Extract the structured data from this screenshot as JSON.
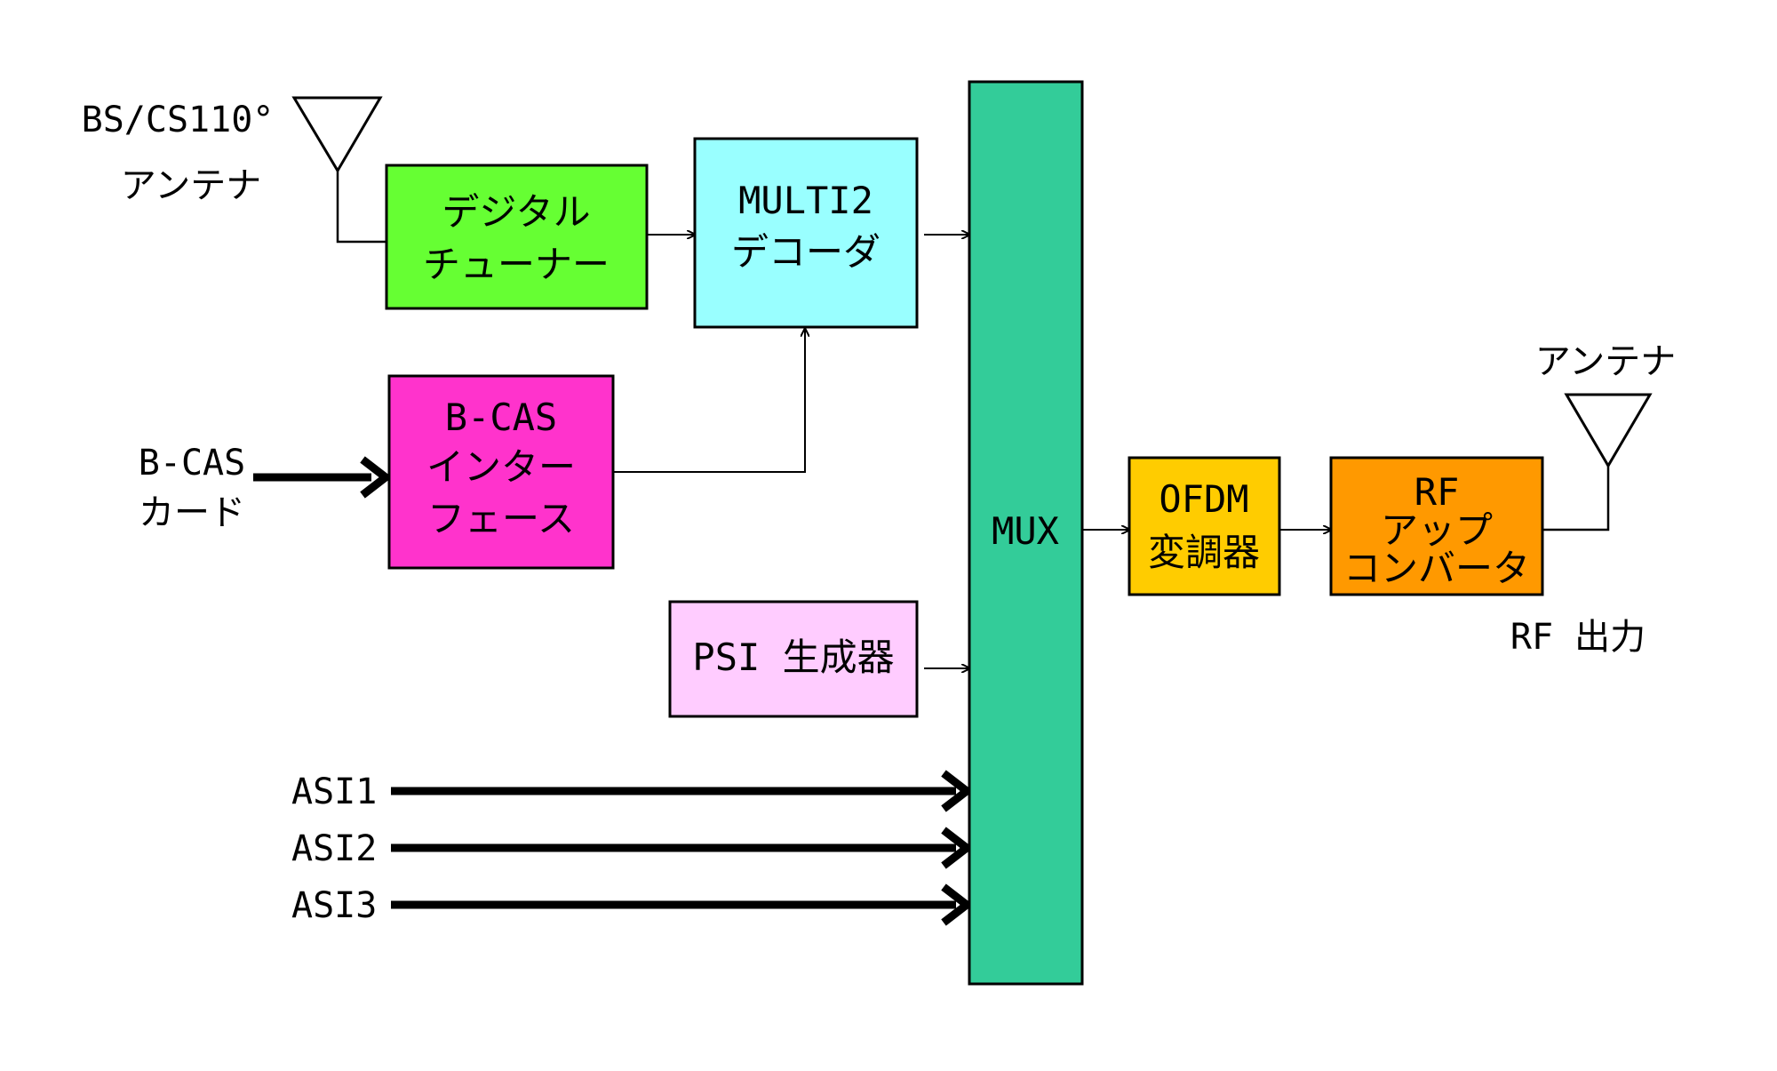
{
  "colors": {
    "digital_tuner": "#66ff33",
    "multi2_decoder": "#99ffff",
    "bcas_interface": "#ff33cc",
    "psi_generator": "#ffccff",
    "mux": "#33cc99",
    "ofdm_modulator": "#ffcc00",
    "rf_upconverter": "#ff9900",
    "line": "#000000"
  },
  "labels": {
    "input_antenna": [
      "BS/CS110°",
      "アンテナ"
    ],
    "bcas_card": [
      "B-CAS",
      "カード"
    ],
    "asi1": "ASI1",
    "asi2": "ASI2",
    "asi3": "ASI3",
    "output_antenna": "アンテナ",
    "rf_output": "RF 出力"
  },
  "blocks": {
    "digital_tuner": [
      "デジタル",
      "チューナー"
    ],
    "multi2_decoder": [
      "MULTI2",
      "デコーダ"
    ],
    "bcas_interface": [
      "B-CAS",
      "インター",
      "フェース"
    ],
    "psi_generator": [
      "PSI 生成器"
    ],
    "mux": [
      "MUX"
    ],
    "ofdm_modulator": [
      "OFDM",
      "変調器"
    ],
    "rf_upconverter": [
      "RF",
      "アップ",
      "コンバータ"
    ]
  }
}
